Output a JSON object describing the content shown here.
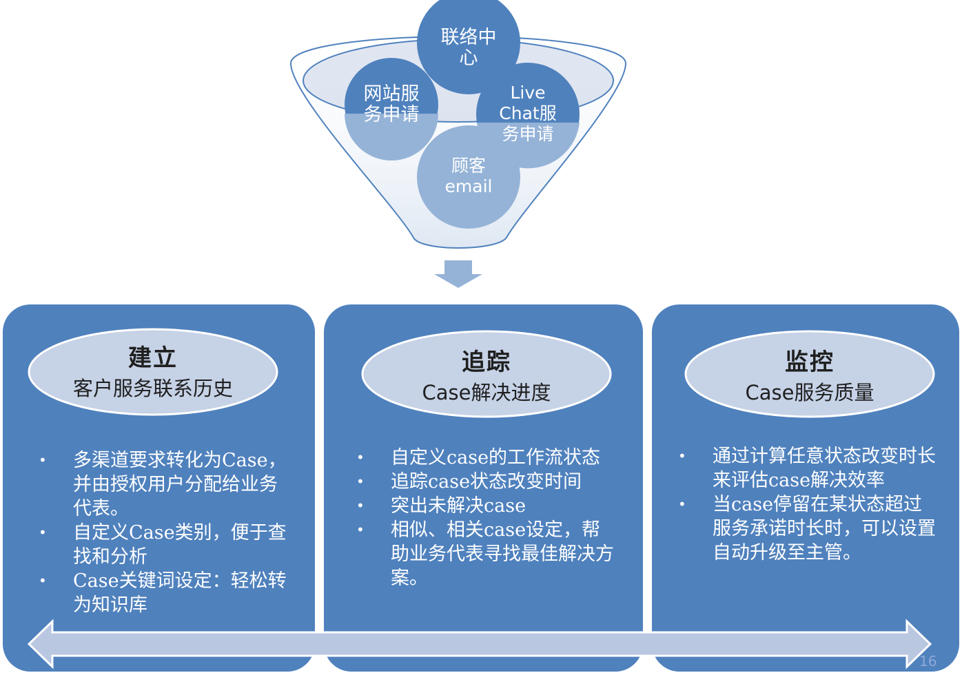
{
  "funnel": {
    "circles": {
      "contact_center": "联络中\n心",
      "website": "网站服\n务申请",
      "live_chat": "Live\nChat服\n务申请",
      "email": "顾客\nemail"
    }
  },
  "panels": [
    {
      "title": "建立",
      "subtitle": "客户服务联系历史",
      "bullets": [
        "多渠道要求转化为Case，并由授权用户分配给业务代表。",
        "自定义Case类别，便于查找和分析",
        "Case关键词设定：轻松转为知识库"
      ]
    },
    {
      "title": "追踪",
      "subtitle": "Case解决进度",
      "bullets": [
        "自定义case的工作流状态",
        "追踪case状态改变时间",
        "突出未解决case",
        "相似、相关case设定，帮助业务代表寻找最佳解决方案。"
      ]
    },
    {
      "title": "监控",
      "subtitle": "Case服务质量",
      "bullets": [
        "通过计算任意状态改变时长来评估case解决效率",
        "当case停留在某状态超过服务承诺时长时，可以设置自动升级至主管。"
      ]
    }
  ],
  "page_number": "16",
  "colors": {
    "panel": "#4f81bd",
    "ellipse": "#c6d2e6",
    "circle_dark": "#4f81bd",
    "circle_light": "#95b3d7",
    "arrow": "#b9c7e0"
  }
}
